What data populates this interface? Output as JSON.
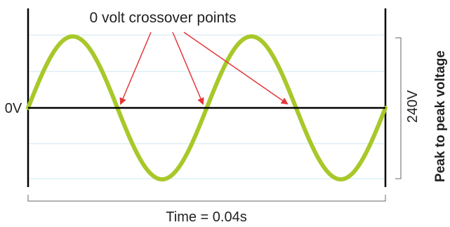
{
  "title": "0 volt crossover points",
  "zero_label": "0V",
  "voltage_label": "240V",
  "axis_label": "Peak to peak voltage",
  "time_label": "Time = 0.04s",
  "colors": {
    "wave": "#a8c82a",
    "arrow": "#e5373a",
    "grid": "#cfe7f2",
    "axis": "#000000",
    "bracket": "#666666"
  }
}
